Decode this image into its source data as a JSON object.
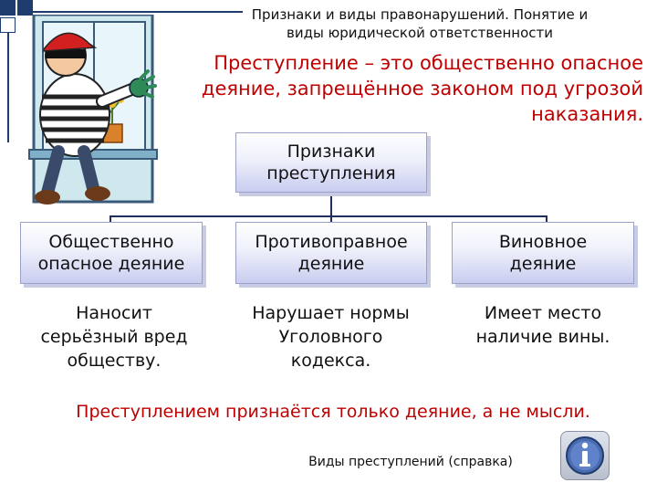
{
  "header": {
    "line1": "Признаки и виды правонарушений. Понятие и",
    "line2": "виды юридической ответственности"
  },
  "definition": {
    "line1": "Преступление – это общественно опасное",
    "line2": "деяние, запрещённое законом под угрозой",
    "line3": "наказания."
  },
  "central_box": {
    "line1": "Признаки",
    "line2": "преступления"
  },
  "features": [
    {
      "line1": "Общественно",
      "line2": "опасное деяние"
    },
    {
      "line1": "Противоправное",
      "line2": "деяние"
    },
    {
      "line1": "Виновное",
      "line2": "деяние"
    }
  ],
  "descriptions": [
    {
      "line1": "Наносит",
      "line2": "серьёзный вред",
      "line3": "обществу."
    },
    {
      "line1": "Нарушает нормы",
      "line2": "Уголовного",
      "line3": "кодекса."
    },
    {
      "line1": "Имеет место",
      "line2": "наличие вины.",
      "line3": ""
    }
  ],
  "note": "Преступлением признаётся только деяние, а не мысли.",
  "reference_link": "Виды преступлений (справка)",
  "info_icon": "info-icon",
  "colors": {
    "accent_red": "#c00000",
    "dark_blue": "#1f3c6e",
    "box_gradient_end": "#c9cdef"
  }
}
